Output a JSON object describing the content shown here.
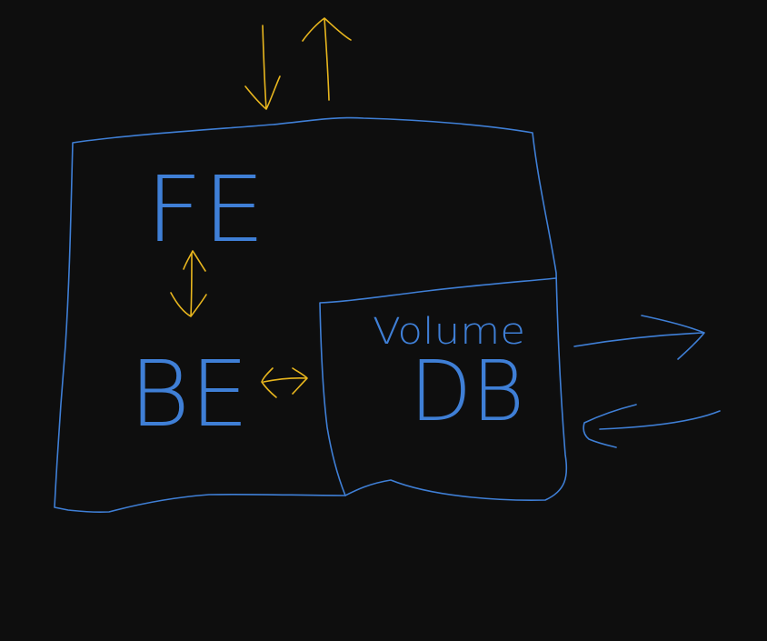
{
  "canvas": {
    "background": "#0e0e0e"
  },
  "colors": {
    "outline": "#3f7fd6",
    "arrows": "#e8b61e"
  },
  "labels": {
    "frontend": "FE",
    "backend": "BE",
    "volume": "Volume",
    "database": "DB"
  },
  "icons": {
    "top_arrows": "double-vertical-arrow-icon",
    "fe_be_arrow": "bidirectional-vertical-arrow-icon",
    "be_db_arrow": "bidirectional-horizontal-arrow-icon",
    "external_arrows": "bidirectional-external-arrow-icon"
  }
}
